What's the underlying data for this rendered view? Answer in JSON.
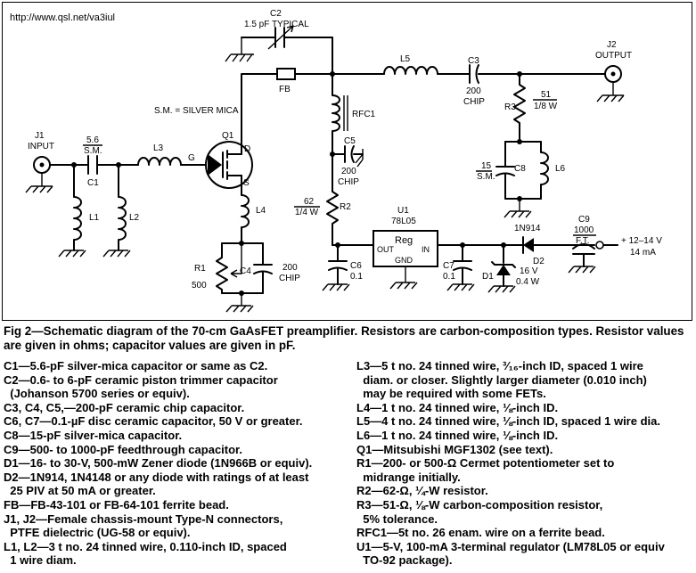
{
  "url": "http://www.qsl.net/va3iul",
  "labels": {
    "c2_name": "C2",
    "c2_value": "1.5 pF TYPICAL",
    "fb": "FB",
    "l5": "L5",
    "c3": "C3",
    "c3_value": "200",
    "c3_type": "CHIP",
    "j2": "J2",
    "j2_text": "OUTPUT",
    "r3": "R3",
    "r3_value": "51",
    "r3_watt": "1/8 W",
    "sm_note": "S.M. = SILVER MICA",
    "rfc1": "RFC1",
    "j1": "J1",
    "j1_text": "INPUT",
    "c1_value": "5.6",
    "c1_type": "S.M.",
    "c1": "C1",
    "l3": "L3",
    "g": "G",
    "q1": "Q1",
    "d": "D",
    "s": "S",
    "c5": "C5",
    "c5_value": "200",
    "c5_type": "CHIP",
    "c8_value": "15",
    "c8_type": "S.M.",
    "c8": "C8",
    "l6": "L6",
    "l1": "L1",
    "l2": "L2",
    "l4": "L4",
    "r2_value": "62",
    "r2_watt": "1/4 W",
    "r2": "R2",
    "u1": "U1",
    "u1_part": "78L05",
    "reg": "Reg",
    "out": "OUT",
    "in": "IN",
    "gnd": "GND",
    "c9": "C9",
    "c9_value": "1000",
    "c9_type": "F.T.",
    "d2_part": "1N914",
    "d2": "D2",
    "supply": "+ 12–14 V",
    "current": "14 mA",
    "r1": "R1",
    "r1_value": "500",
    "c4": "C4",
    "c4_value": "200",
    "c4_type": "CHIP",
    "c6": "C6",
    "c6_value": "0.1",
    "c7": "C7",
    "c7_value": "0.1",
    "d1": "D1",
    "d1_volt": "16 V",
    "d1_watt": "0.4 W"
  },
  "caption": "Fig 2—Schematic diagram of the 70-cm GaAsFET preamplifier. Resistors are carbon-composition types. Resistor values are given in ohms; capacitor values are given in pF.",
  "parts_left": [
    "C1—5.6-pF silver-mica capacitor or same as C2.",
    "C2—0.6- to 6-pF ceramic piston trimmer capacitor",
    "  (Johanson 5700 series or equiv).",
    "C3, C4, C5,—200-pF ceramic chip capacitor.",
    "C6, C7—0.1-µF disc ceramic capacitor, 50 V or greater.",
    "C8—15-pF silver-mica capacitor.",
    "C9—500- to 1000-pF feedthrough capacitor.",
    "D1—16- to 30-V, 500-mW Zener diode (1N966B or equiv).",
    "D2—1N914, 1N4148 or any diode with ratings of at least",
    "  25 PIV at 50 mA or greater.",
    "FB—FB-43-101 or FB-64-101 ferrite bead.",
    "J1, J2—Female chassis-mount Type-N connectors,",
    "  PTFE dielectric (UG-58 or equiv).",
    "L1, L2—3 t no. 24 tinned wire, 0.110-inch ID, spaced",
    "  1 wire diam."
  ],
  "parts_right": [
    "L3—5 t no. 24 tinned wire, ³⁄₁₆-inch ID, spaced 1 wire",
    "  diam. or closer. Slightly larger diameter (0.010 inch)",
    "  may be required with some FETs.",
    "L4—1 t no. 24 tinned wire, ⅛-inch ID.",
    "L5—4 t no. 24 tinned wire, ⅛-inch ID, spaced 1 wire dia.",
    "L6—1 t no. 24 tinned wire, ⅛-inch ID.",
    "Q1—Mitsubishi MGF1302 (see text).",
    "R1—200- or 500-Ω Cermet potentiometer set to",
    "  midrange initially.",
    "R2—62-Ω, ¼-W resistor.",
    "R3—51-Ω, ⅛-W carbon-composition resistor,",
    "  5% tolerance.",
    "RFC1—5t no. 26 enam. wire on a ferrite bead.",
    "U1—5-V, 100-mA 3-terminal regulator (LM78L05 or equiv",
    "  TO-92 package)."
  ]
}
